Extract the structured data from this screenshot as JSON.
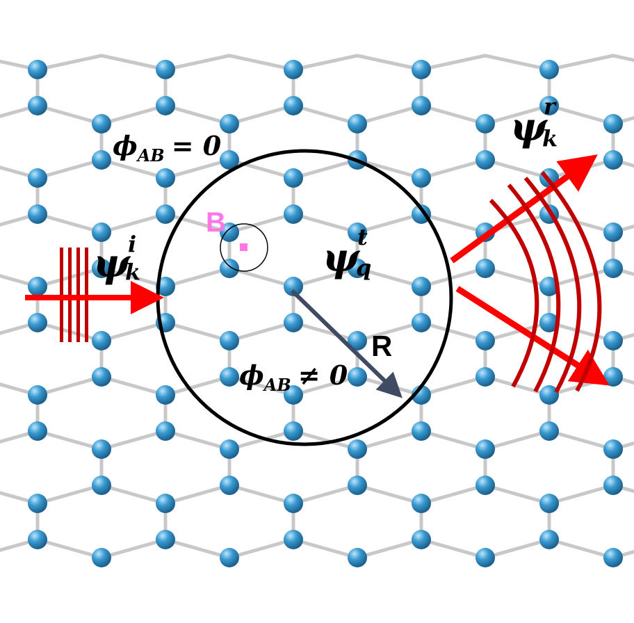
{
  "labels": {
    "phi_zero": {
      "main": "ϕ",
      "sub": "AB",
      "rel": "= 0"
    },
    "phi_nonzero": {
      "main": "ϕ",
      "sub": "AB",
      "rel": "≠ 0"
    },
    "psi_incident": {
      "main": "ψ",
      "sup": "i",
      "sub": "k"
    },
    "psi_transmitted": {
      "main": "ψ",
      "sup": "t",
      "sub": "q"
    },
    "psi_reflected": {
      "main": "ψ",
      "sup": "r",
      "sub": "k"
    },
    "field": "B",
    "radius": "R"
  },
  "colors": {
    "atom": "#2f8fc4",
    "bond": "#c8c8c8",
    "wave": "#ff0000",
    "wavefront": "#c00000",
    "field": "#ff77e6",
    "radius_arrow": "#3f4a63",
    "circle": "#000000"
  }
}
